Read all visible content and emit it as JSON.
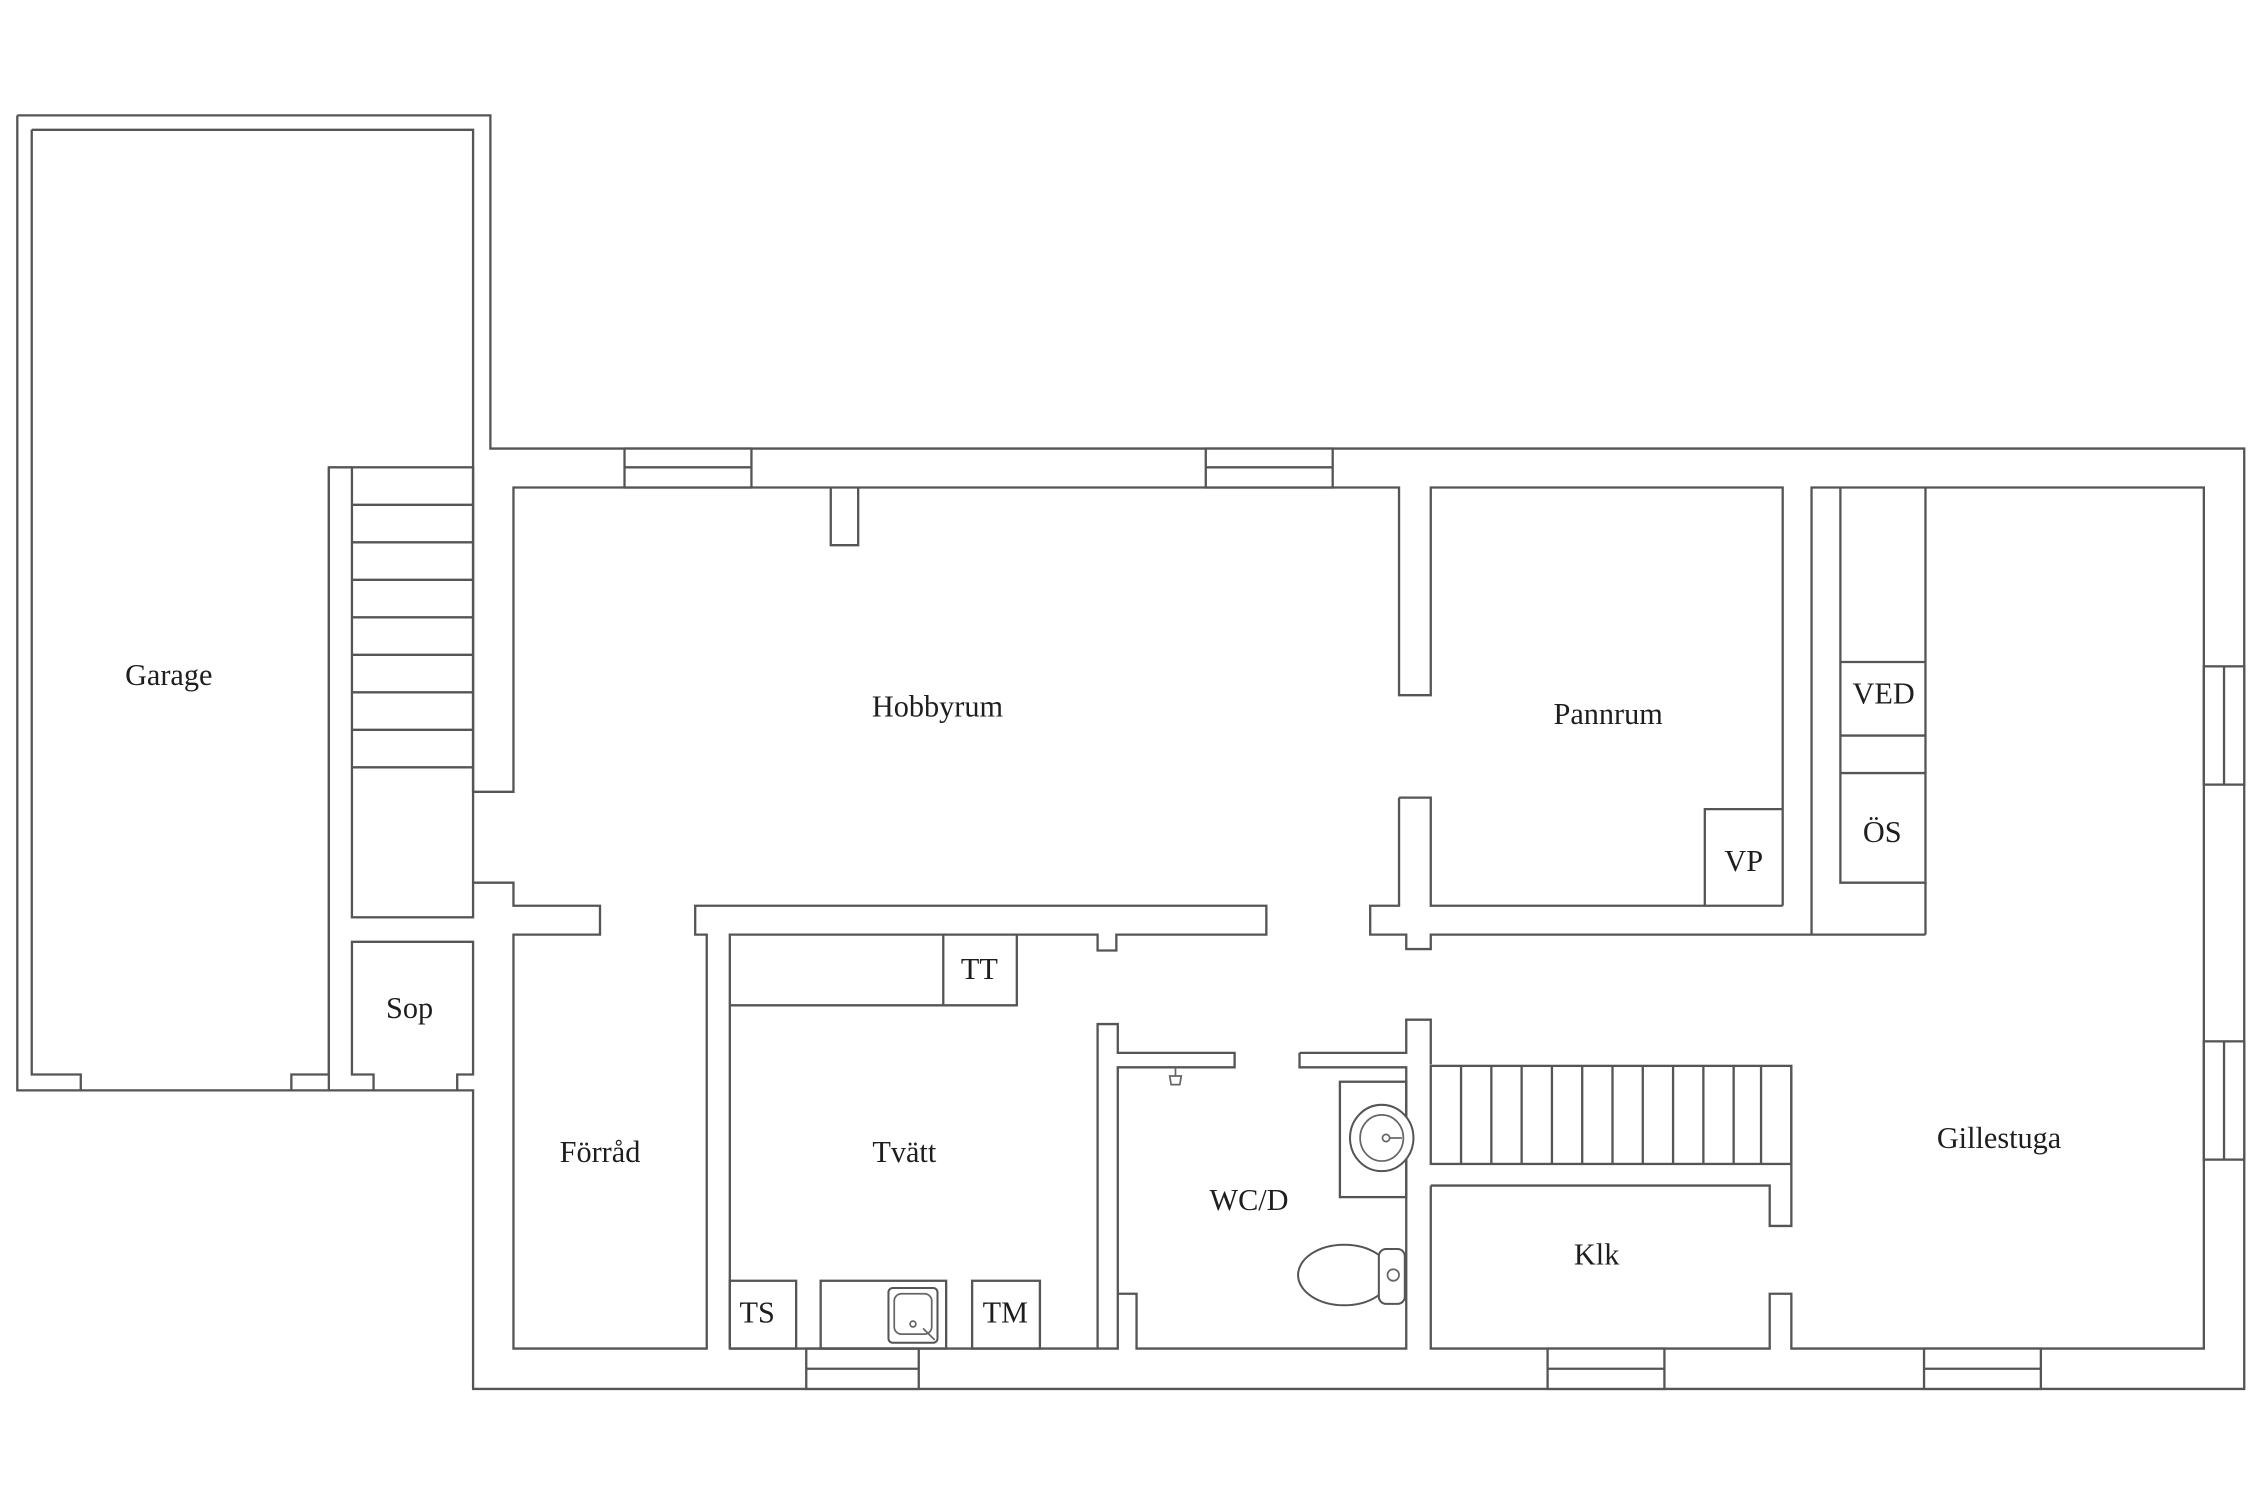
{
  "floorplan": {
    "rooms": {
      "garage": "Garage",
      "sop": "Sop",
      "hobbyrum": "Hobbyrum",
      "pannrum": "Pannrum",
      "vp": "VP",
      "ved": "VED",
      "os": "ÖS",
      "tt": "TT",
      "forrad": "Förråd",
      "tvatt": "Tvätt",
      "ts": "TS",
      "tm": "TM",
      "wcd": "WC/D",
      "klk": "Klk",
      "gillestuga": "Gillestuga"
    },
    "colors": {
      "wall": "#555555",
      "label": "#1e1e1e",
      "background": "#ffffff"
    }
  }
}
